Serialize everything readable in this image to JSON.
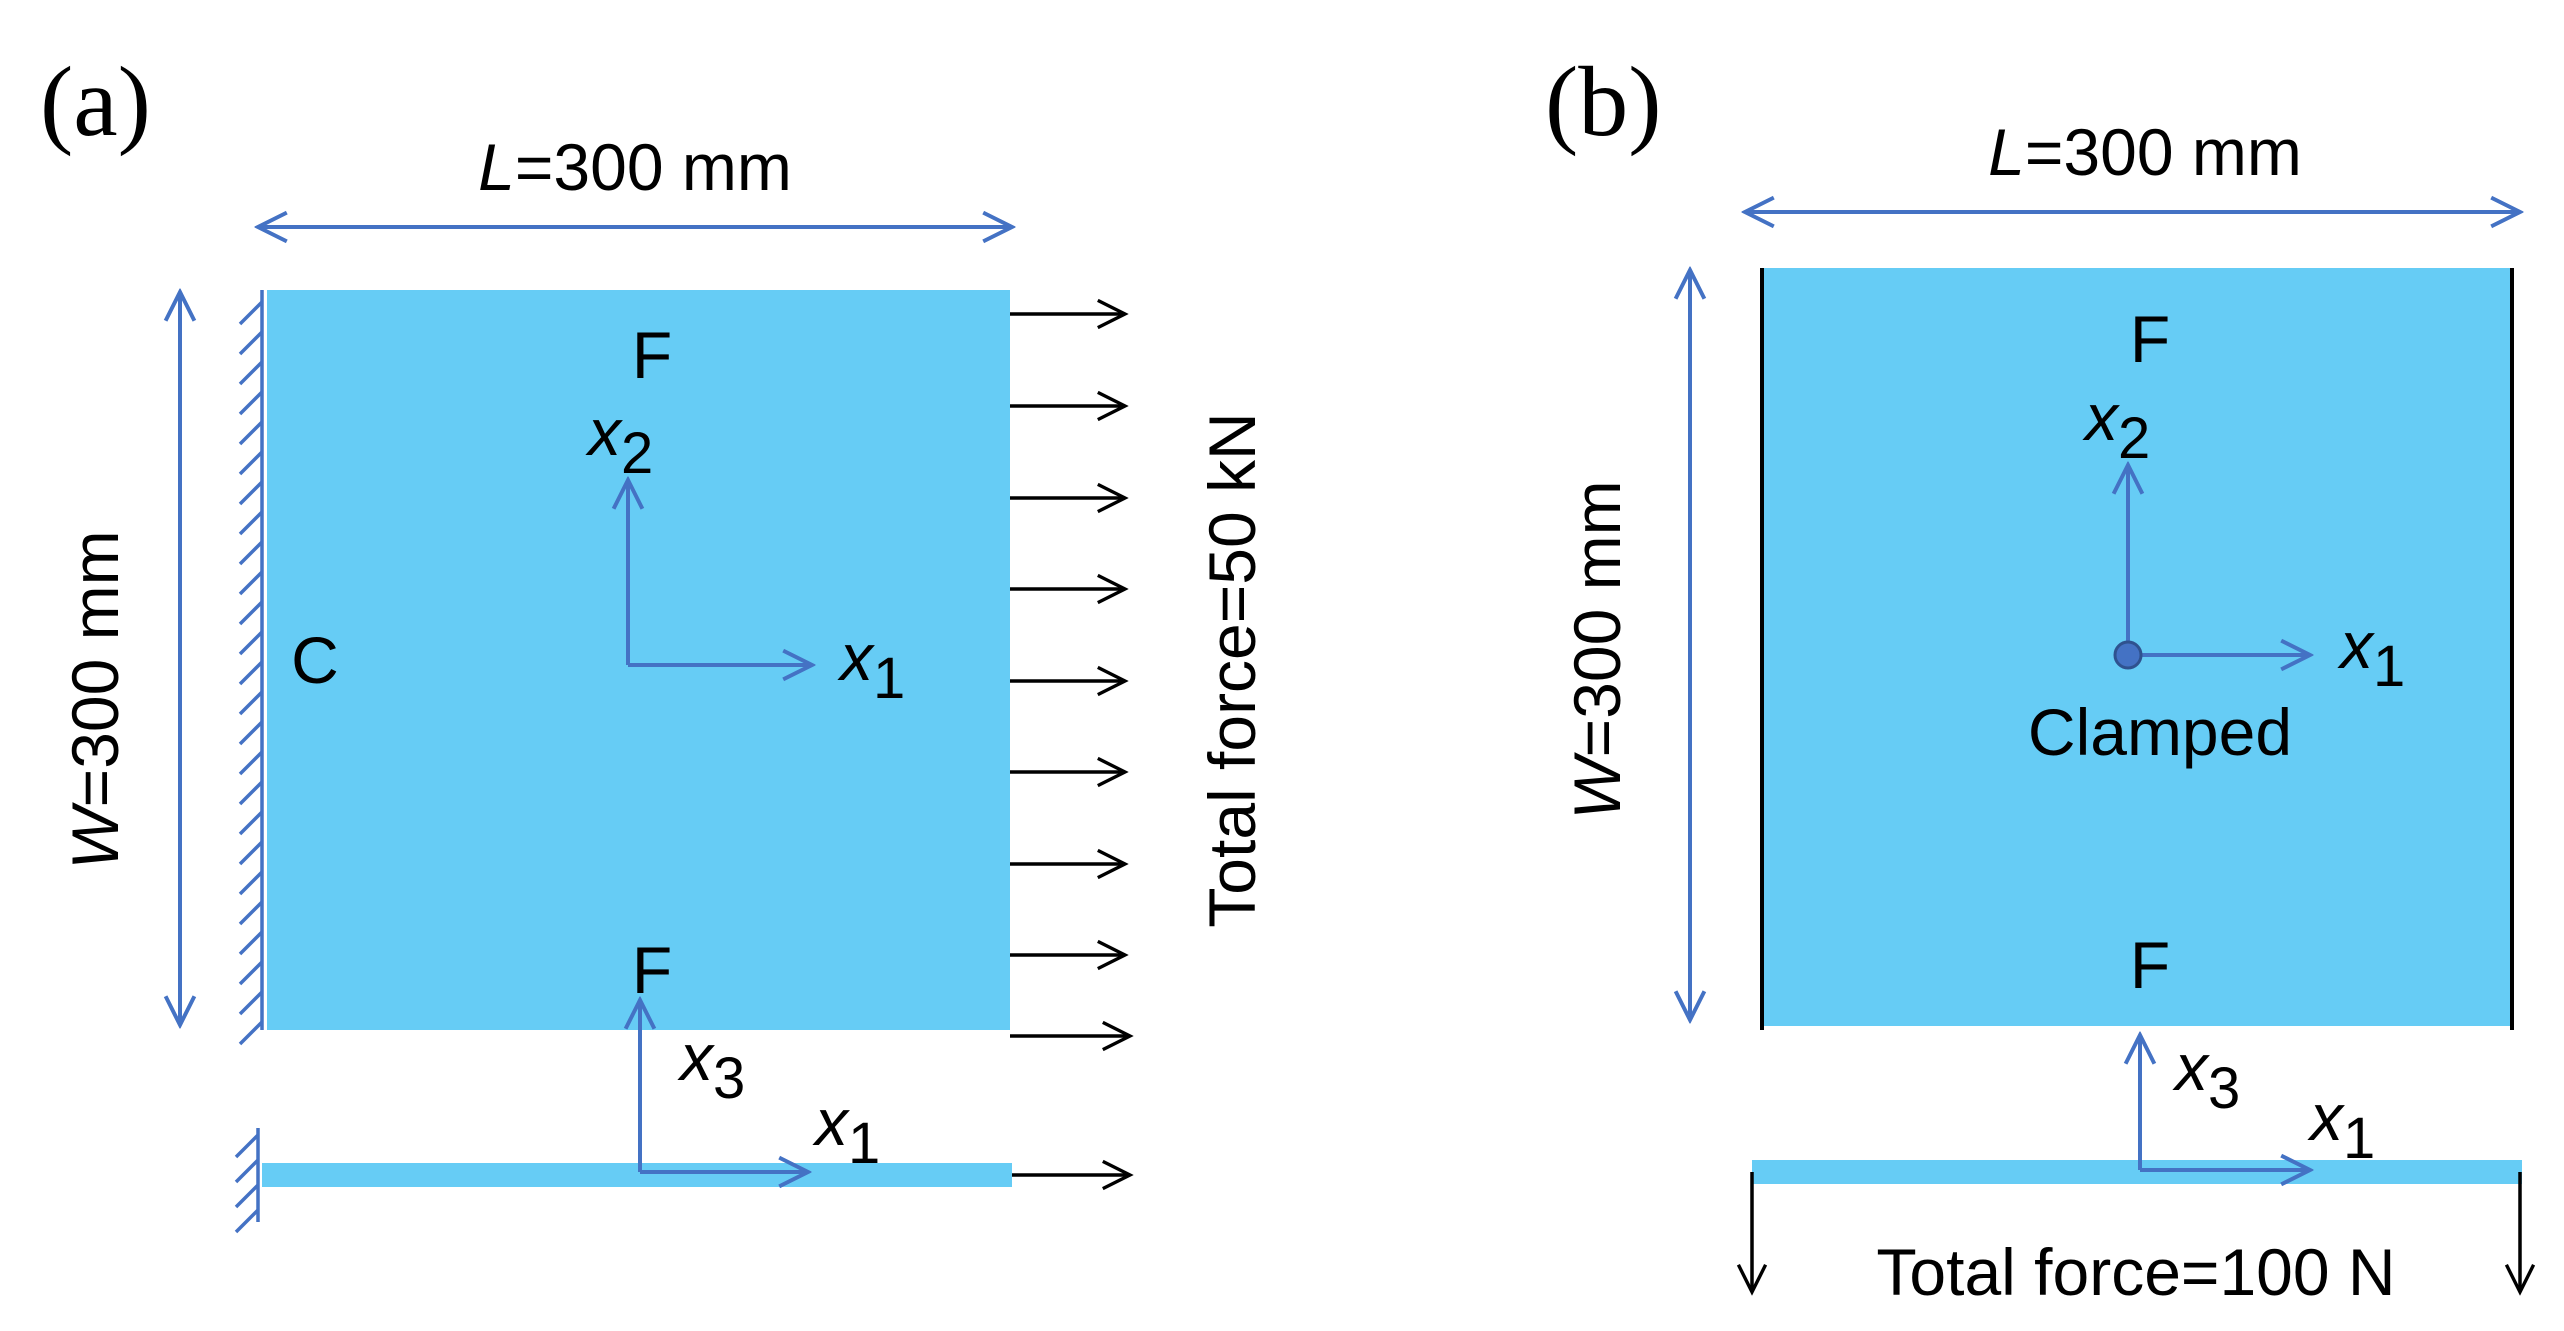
{
  "panel_a": {
    "label": "(a)",
    "length_var": "L",
    "length_value": "=300 mm",
    "width_var": "W",
    "width_value": "=300 mm",
    "edge_top": "F",
    "edge_bottom": "F",
    "edge_left": "C",
    "axis_x1_var": "x",
    "axis_x1_sub": "1",
    "axis_x2_var": "x",
    "axis_x2_sub": "2",
    "axis_x3_var": "x",
    "axis_x3_sub": "3",
    "side_x1_var": "x",
    "side_x1_sub": "1",
    "force_text": "Total force=50 kN"
  },
  "panel_b": {
    "label": "(b)",
    "length_var": "L",
    "length_value": "=300 mm",
    "width_var": "W",
    "width_value": "=300 mm",
    "edge_top": "F",
    "edge_bottom": "F",
    "center_text": "Clamped",
    "axis_x1_var": "x",
    "axis_x1_sub": "1",
    "axis_x2_var": "x",
    "axis_x2_sub": "2",
    "axis_x3_var": "x",
    "axis_x3_sub": "3",
    "side_x1_var": "x",
    "side_x1_sub": "1",
    "force_text": "Total force=100 N"
  }
}
